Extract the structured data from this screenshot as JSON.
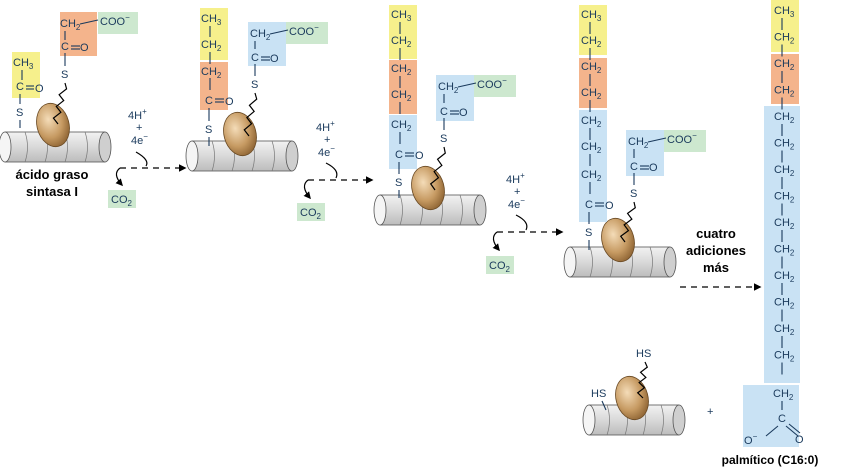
{
  "colors": {
    "yellow": "#f6f08c",
    "orange": "#f4b48c",
    "blue": "#c9e2f4",
    "green": "#cde8cf",
    "drum": "#e4e4e4",
    "protein": "#c79a5e"
  },
  "icons": {
    "enzyme": "fatty-acid-synthase-enzyme-icon",
    "arrow": "dashed-arrow-icon"
  },
  "labels": {
    "enzyme_name_line1": "ácido graso",
    "enzyme_name_line2": "sintasa I",
    "cycles_line1": "cuatro",
    "cycles_line2": "adiciones",
    "cycles_line3": "más",
    "product": "palmítico (C16:0)",
    "co2": "CO",
    "co2_sub": "2",
    "reducing_h": "4H",
    "reducing_plus": "+",
    "reducing_e": "4e",
    "plus": "+"
  },
  "chem": {
    "ch3": "CH",
    "ch3_sub": "3",
    "ch2": "CH",
    "ch2_sub": "2",
    "co": "C",
    "o": "O",
    "s": "S",
    "hs": "HS",
    "coo": "COO",
    "minus": "−",
    "neg_o": "O"
  }
}
